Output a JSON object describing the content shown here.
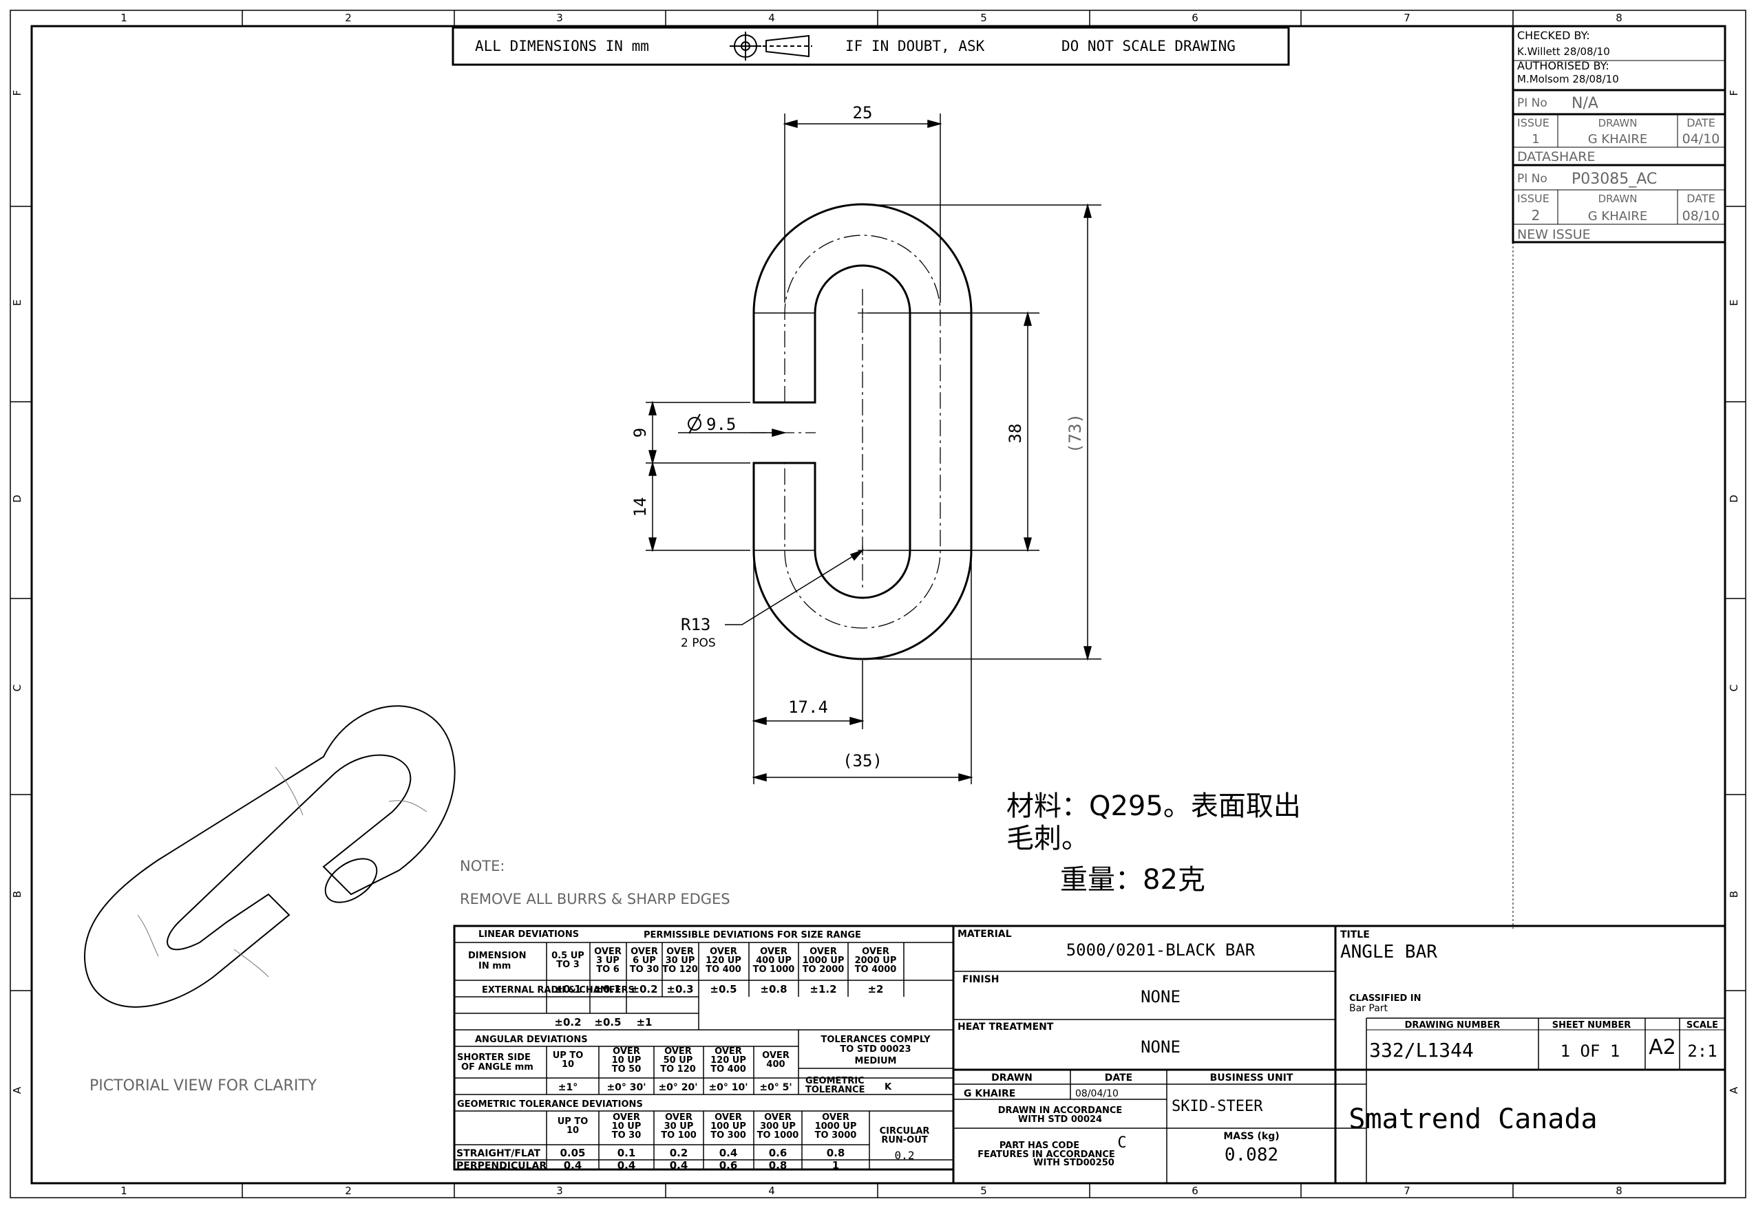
{
  "zones_top": [
    "1",
    "2",
    "3",
    "4",
    "5",
    "6",
    "7",
    "8"
  ],
  "zones_side_right": [
    "F",
    "E",
    "D",
    "C",
    "B",
    "A"
  ],
  "zones_side_left": [
    "F",
    "E",
    "D",
    "C",
    "B",
    "A"
  ],
  "header": {
    "all_dims": "ALL DIMENSIONS IN mm",
    "if_doubt": "IF IN DOUBT, ASK",
    "do_not_scale": "DO NOT SCALE DRAWING"
  },
  "revision": {
    "checked_by_label": "CHECKED BY:",
    "checked_by": "K.Willett 28/08/10",
    "authorised_by_label": "AUTHORISED BY:",
    "authorised_by": "M.Molsom 28/08/10",
    "pi_no_label": "PI No",
    "pi_no_1": "N/A",
    "issue_label": "ISSUE",
    "drawn_label": "DRAWN",
    "date_label": "DATE",
    "issue_1": "1",
    "drawn_1": "G KHAIRE",
    "date_1": "04/10",
    "datashare": "DATASHARE",
    "pi_no_2": "P03085_AC",
    "issue_2": "2",
    "drawn_2": "G KHAIRE",
    "date_2": "08/10",
    "new_issue": "NEW ISSUE"
  },
  "dims": {
    "d25": "25",
    "d38": "38",
    "d73": "(73)",
    "d9": "9",
    "d14": "14",
    "dia": "9.5",
    "r13": "R13",
    "pos": "2 POS",
    "d174": "17.4",
    "d35": "(35)"
  },
  "chinese_note": {
    "line1": "材料：Q295。表面取出",
    "line2": "毛刺。",
    "weight": "重量：82克"
  },
  "note": {
    "label": "NOTE:",
    "text": "REMOVE ALL BURRS & SHARP EDGES"
  },
  "pictorial": "PICTORIAL VIEW FOR CLARITY",
  "tolerance": {
    "linear_dev": "LINEAR DEVIATIONS",
    "permissible": "PERMISSIBLE DEVIATIONS FOR SIZE RANGE",
    "dimension": "DIMENSION",
    "in_mm": "IN mm",
    "ranges": [
      "0.5 UP|TO 3",
      "OVER|3 UP|TO 6",
      "OVER|6 UP|TO 30",
      "OVER|30 UP|TO 120",
      "OVER|120 UP|TO 400",
      "OVER|400 UP|TO 1000",
      "OVER|1000 UP|TO 2000",
      "OVER|2000 UP|TO 4000"
    ],
    "linear_vals": [
      "±0.1",
      "±0.1",
      "±0.2",
      "±0.3",
      "±0.5",
      "±0.8",
      "±1.2",
      "±2"
    ],
    "ext_radii": "EXTERNAL RADII & CHAMFERS",
    "radii_vals": [
      "±0.2",
      "±0.5",
      "±1"
    ],
    "angular_dev": "ANGULAR DEVIATIONS",
    "shorter_side": "SHORTER SIDE",
    "of_angle": "OF ANGLE mm",
    "ang_ranges": [
      "UP TO|10",
      "OVER|10 UP|TO 50",
      "OVER|50 UP|TO 120",
      "OVER|120 UP|TO 400",
      "OVER|400"
    ],
    "ang_vals": [
      "±1°",
      "±0° 30'",
      "±0° 20'",
      "±0° 10'",
      "±0° 5'"
    ],
    "comply1": "TOLERANCES COMPLY",
    "comply2": "TO STD 00023",
    "medium": "MEDIUM",
    "geo_tol_label1": "GEOMETRIC",
    "geo_tol_label2": "TOLERANCE",
    "geo_k": "K",
    "geo_dev": "GEOMETRIC TOLERANCE DEVIATIONS",
    "geo_ranges": [
      "UP TO|10",
      "OVER|10 UP|TO 30",
      "OVER|30 UP|TO 100",
      "OVER|100 UP|TO 300",
      "OVER|300 UP|TO 1000",
      "OVER|1000 UP|TO 3000"
    ],
    "circ1": "CIRCULAR",
    "circ2": "RUN-OUT",
    "straight": "STRAIGHT/FLAT",
    "straight_vals": [
      "0.05",
      "0.1",
      "0.2",
      "0.4",
      "0.6",
      "0.8"
    ],
    "perp": "PERPENDICULAR",
    "perp_vals": [
      "0.4",
      "0.4",
      "0.4",
      "0.6",
      "0.8",
      "1"
    ],
    "circ_val": "0.2"
  },
  "title_block": {
    "material_label": "MATERIAL",
    "material": "5000/0201-BLACK BAR",
    "finish_label": "FINISH",
    "finish": "NONE",
    "heat_label": "HEAT TREATMENT",
    "heat": "NONE",
    "drawn_label": "DRAWN",
    "date_label": "DATE",
    "bu_label": "BUSINESS UNIT",
    "drawn": "G KHAIRE",
    "date": "08/04/10",
    "bu": "SKID-STEER",
    "accord1": "DRAWN IN ACCORDANCE",
    "accord2": "WITH STD 00024",
    "code1": "PART HAS CODE",
    "code_val": "C",
    "code2": "FEATURES IN ACCORDANCE",
    "code3": "WITH STD00250",
    "mass_label": "MASS (kg)",
    "mass": "0.082",
    "title_label": "TITLE",
    "title": "ANGLE BAR",
    "classified_label": "CLASSIFIED IN",
    "classified": "Bar Part",
    "dwg_no_label": "DRAWING NUMBER",
    "dwg_no": "332/L1344",
    "sheet_label": "SHEET NUMBER",
    "sheet": "1 OF 1",
    "size": "A2",
    "scale_label": "SCALE",
    "scale": "2:1",
    "company": "Smatrend Canada"
  }
}
